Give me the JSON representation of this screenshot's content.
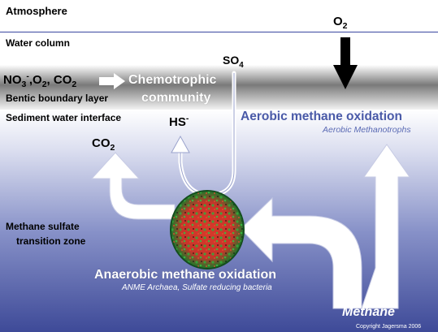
{
  "layers": {
    "atmosphere": "Atmosphere",
    "water_column": "Water column",
    "benthic_boundary": "Bentic boundary layer",
    "sediment_water": "Sediment water interface",
    "methane_sulfate_1": "Methane sulfate",
    "methane_sulfate_2": "transition zone"
  },
  "chemicals": {
    "o2": "O",
    "o2_sub": "2",
    "so4": "SO",
    "so4_sub": "4",
    "hs": "HS",
    "hs_sup": "-",
    "co2": "CO",
    "co2_sub": "2",
    "inputs_no3": "NO",
    "inputs_no3_sub": "3",
    "inputs_no3_sup": "-",
    "inputs_o2": ",O",
    "inputs_o2_sub": "2",
    "inputs_co2": ", CO",
    "inputs_co2_sub": "2"
  },
  "processes": {
    "chemotrophic_1": "Chemotrophic",
    "chemotrophic_2": "community",
    "aerobic_title": "Aerobic methane oxidation",
    "aerobic_sub": "Aerobic Methanotrophs",
    "anaerobic_title": "Anaerobic methane oxidation",
    "anaerobic_sub": "ANME Archaea, Sulfate reducing bacteria",
    "methane": "Methane"
  },
  "copyright": "Copyright Jagersma 2006",
  "colors": {
    "sediment_top": "#ffffff",
    "sediment_bottom": "#3e4a98",
    "boundary_dark": "#6a6a6a",
    "arrow_white": "#ffffff",
    "aerobic_blue": "#4a5aa8"
  }
}
